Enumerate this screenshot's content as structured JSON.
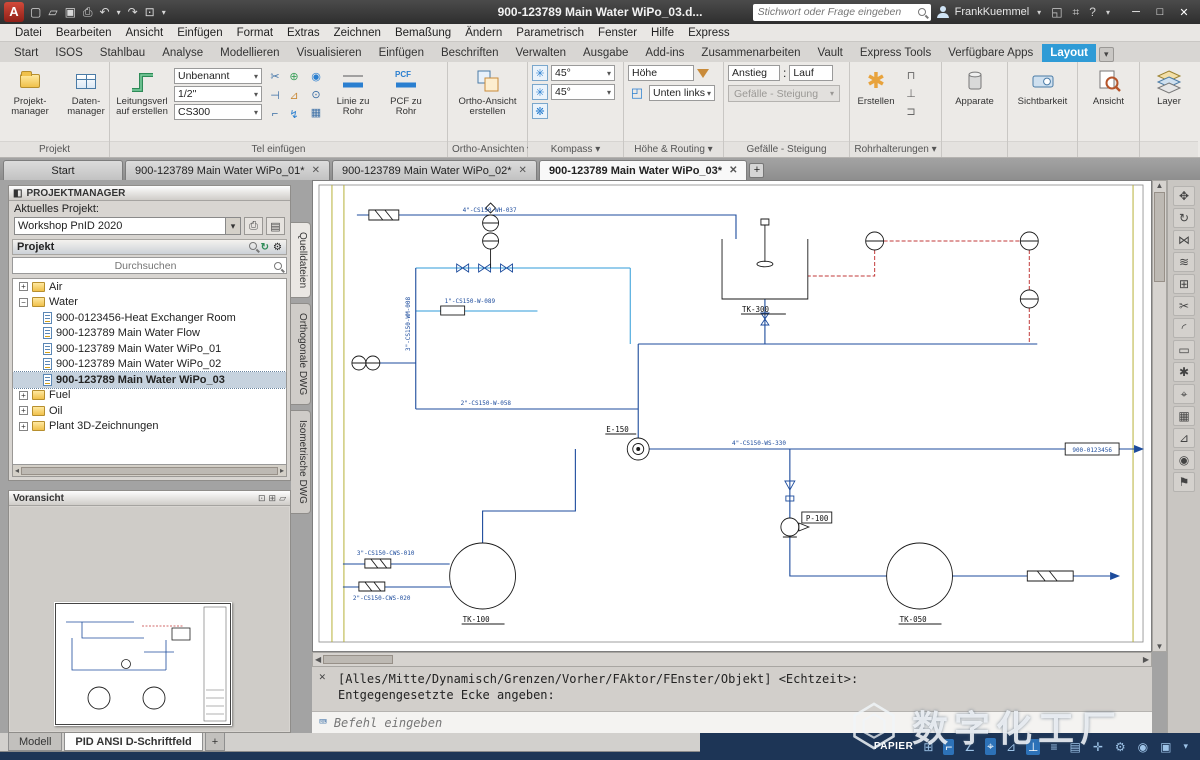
{
  "colors": {
    "ribbon_active_tab": "#2f9bd6",
    "statusbar": "#1d3556",
    "pipe_blue": "#1c4b9c",
    "pipe_cyan": "#2f9bd8",
    "signal_red": "#c23a3a",
    "frame_olive": "#b6b139"
  },
  "titlebar": {
    "logo": "A",
    "title": "900-123789 Main Water WiPo_03.d...",
    "search_placeholder": "Stichwort oder Frage eingeben",
    "user": "FrankKuemmel"
  },
  "menubar": {
    "items": [
      "Datei",
      "Bearbeiten",
      "Ansicht",
      "Einfügen",
      "Format",
      "Extras",
      "Zeichnen",
      "Bemaßung",
      "Ändern",
      "Parametrisch",
      "Fenster",
      "Hilfe",
      "Express"
    ]
  },
  "ribbon": {
    "tabs": [
      "Start",
      "ISOS",
      "Stahlbau",
      "Analyse",
      "Modellieren",
      "Visualisieren",
      "Einfügen",
      "Beschriften",
      "Verwalten",
      "Ausgabe",
      "Add-ins",
      "Zusammenarbeiten",
      "Vault",
      "Express Tools",
      "Verfügbare Apps",
      "Layout"
    ],
    "projekt": {
      "label": "Projekt",
      "manager": "Projekt-manager",
      "daten": "Daten-manager"
    },
    "teil": {
      "label": "Tel einfügen",
      "route": "Leitungsverlauf erstellen",
      "spec1": "Unbenannt",
      "spec2": "1/2\"",
      "spec3": "CS300",
      "line": "Linie zu Rohr",
      "pcf": "PCF zu Rohr"
    },
    "ortho": {
      "label": "Ortho-Ansichten",
      "create": "Ortho-Ansicht erstellen"
    },
    "kompass": {
      "label": "Kompass",
      "angle1": "45°",
      "angle2": "45°"
    },
    "hoehe": {
      "label": "Höhe & Routing",
      "field": "Höhe",
      "position": "Unten links"
    },
    "gefaelle": {
      "label": "Gefälle - Steigung",
      "anstieg": "Anstieg",
      "lauf": "Lauf",
      "button": "Gefälle - Steigung"
    },
    "rohr": {
      "label": "Rohrhalterungen",
      "create": "Erstellen"
    },
    "apparate": "Apparate",
    "sichtbarkeit": "Sichtbarkeit",
    "ansicht": "Ansicht",
    "layer": "Layer"
  },
  "doc_tabs": {
    "items": [
      "Start",
      "900-123789 Main Water WiPo_01*",
      "900-123789 Main Water WiPo_02*",
      "900-123789 Main Water WiPo_03*"
    ]
  },
  "project_panel": {
    "title": "PROJEKTMANAGER",
    "current_label": "Aktuelles Projekt:",
    "project_name": "Workshop PnID 2020",
    "section": "Projekt",
    "search_placeholder": "Durchsuchen",
    "tree": [
      {
        "label": "Air",
        "type": "folder"
      },
      {
        "label": "Water",
        "type": "folder-open"
      },
      {
        "label": "900-0123456-Heat Exchanger Room",
        "type": "dwg"
      },
      {
        "label": "900-123789 Main Water Flow",
        "type": "dwg"
      },
      {
        "label": "900-123789 Main Water WiPo_01",
        "type": "dwg"
      },
      {
        "label": "900-123789 Main Water WiPo_02",
        "type": "dwg"
      },
      {
        "label": "900-123789 Main Water WiPo_03",
        "type": "dwg",
        "selected": true
      },
      {
        "label": "Fuel",
        "type": "folder"
      },
      {
        "label": "Oil",
        "type": "folder"
      },
      {
        "label": "Plant 3D-Zeichnungen",
        "type": "folder"
      }
    ],
    "side_tabs": [
      "Quelldateien",
      "Orthogonale DWG",
      "Isometrische DWG"
    ]
  },
  "preview": {
    "title": "Voransicht"
  },
  "command": {
    "history": [
      "[Alles/Mitte/Dynamisch/Grenzen/Vorher/FAktor/FEnster/Objekt] <Echtzeit>:",
      "Entgegengesetzte Ecke angeben:"
    ],
    "prompt": "Befehl eingeben"
  },
  "statusbar": {
    "model": "Modell",
    "layout": "PID ANSI D-Schriftfeld",
    "add": "+",
    "paper": "PAPIER"
  },
  "watermark": {
    "text": "数字化工厂"
  },
  "drawing": {
    "labels": {
      "pipe_top": "4\"-CS150-WH-037",
      "pipe_vert": "3\"-CS150-WM-008",
      "pipe_mid": "2\"-CS150-W-058",
      "pipe_small": "1\"-CS150-W-089",
      "pipe_main": "4\"-CS150-WS-330",
      "inlet1": "3\"-CS150-CWS-010",
      "inlet2": "2\"-CS150-CWS-020",
      "tk300": "TK-300",
      "tk100": "TK-100",
      "tk050": "TK-050",
      "e150": "E-150",
      "p100": "P-100",
      "offpage": "900-0123456"
    }
  }
}
